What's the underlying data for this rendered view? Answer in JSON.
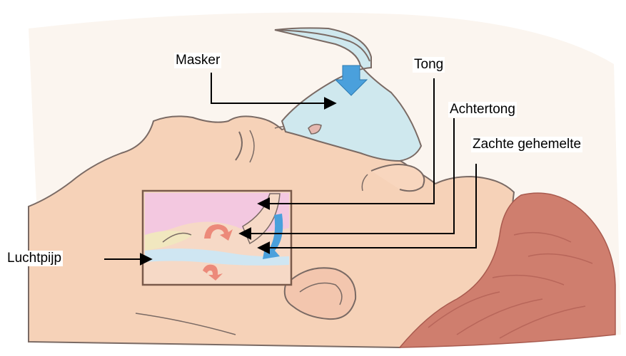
{
  "labels": {
    "masker": "Masker",
    "tong": "Tong",
    "achtertong": "Achtertong",
    "zachte_gehemelte": "Zachte gehemelte",
    "luchtpijp": "Luchtpijp"
  },
  "colors": {
    "skin": "#f6d2b8",
    "skin_line": "#7a6a64",
    "hair": "#cf7e6e",
    "hair_dark": "#b8665a",
    "mask": "#cfe8ee",
    "arrow_blue": "#4aa0dc",
    "inset_pink": "#f3c8e0",
    "inset_blue": "#cfe6f2",
    "inset_yellow": "#f1e7bf",
    "inset_tan": "#e6c0a8",
    "red_arrow": "#ec8a7a",
    "frame": "#7a5a4a"
  },
  "icons": {
    "airflow_down": "blue-down-arrow-icon",
    "airflow_inset": "blue-airflow-arrow-icon",
    "obstruction_up": "curved-up-arrow-icon",
    "obstruction_down": "curved-down-arrow-icon"
  }
}
